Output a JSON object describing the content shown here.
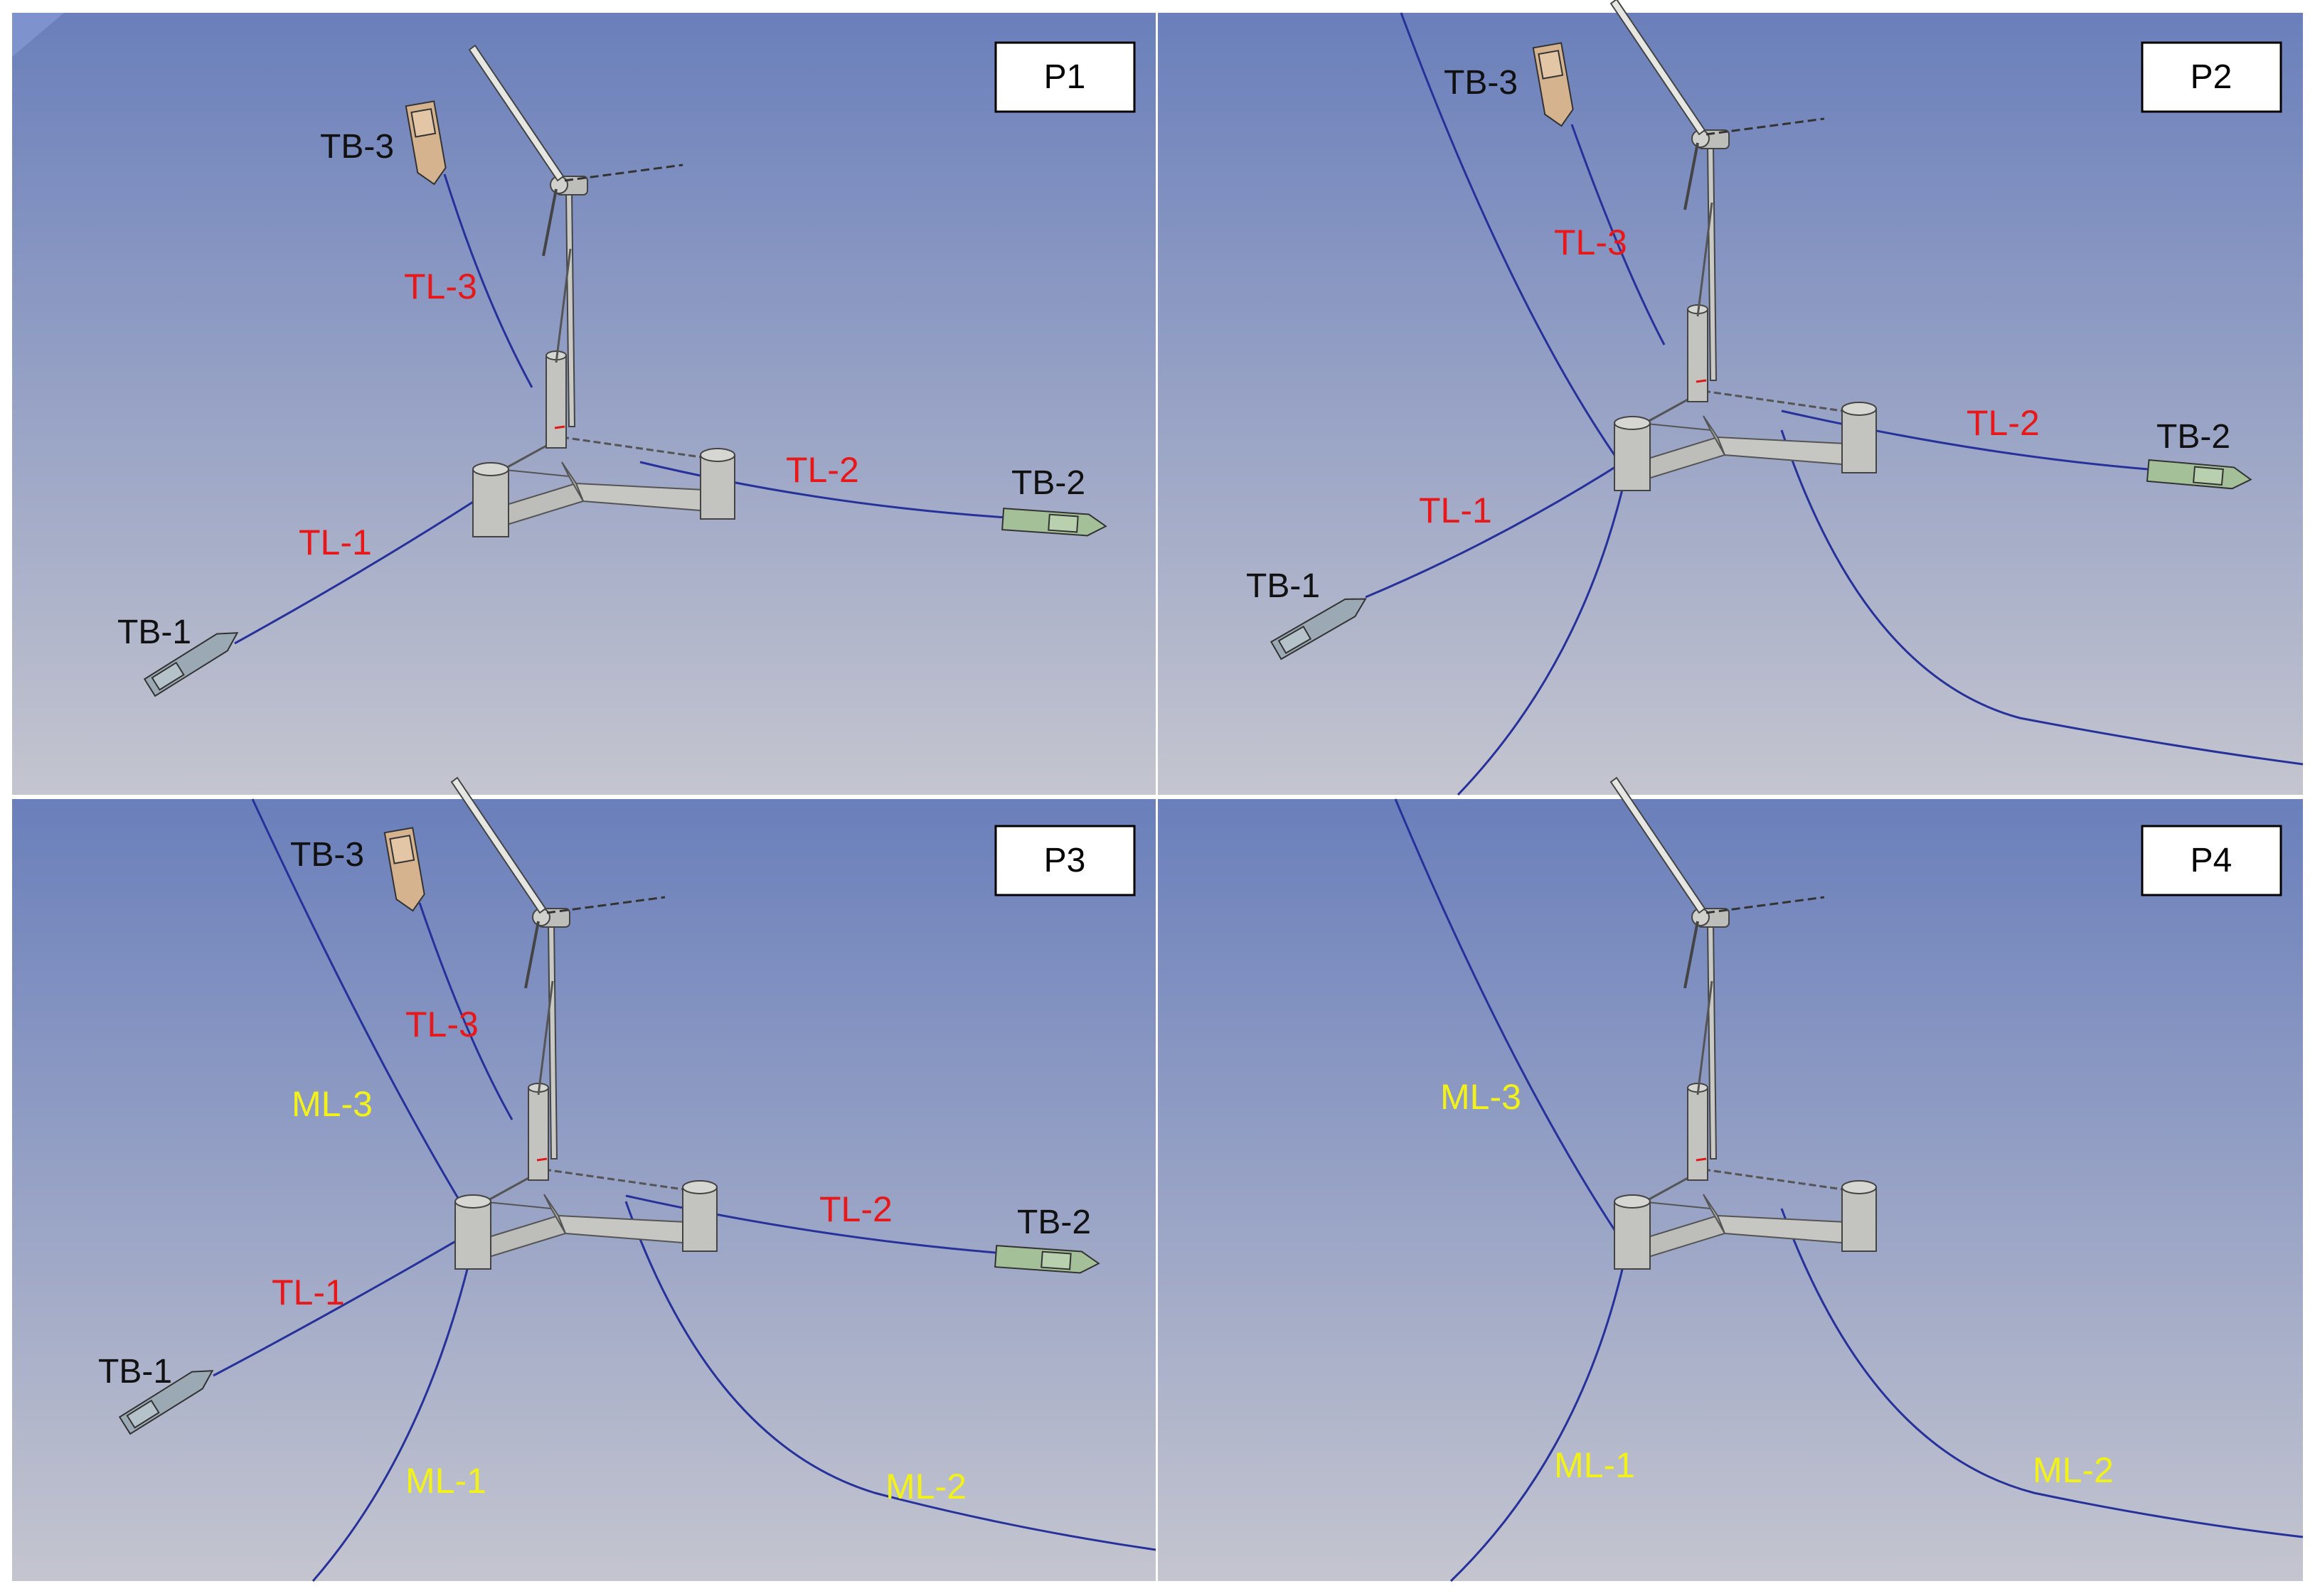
{
  "colors": {
    "sky_top": "#6a7fbb",
    "sky_bottom": "#c2c4d0",
    "mooring_line": "#27319a",
    "tow_line_label": "#e8181a",
    "mooring_label": "#f2f21a",
    "barge_label": "#111111",
    "turbine": "#c9c9c6",
    "tug_1": "#9aa9b4",
    "tug_2": "#a4c098",
    "tug_3": "#d5b38e"
  },
  "panels": [
    {
      "id": "P1",
      "label": "P1",
      "towlines": [
        {
          "label": "TL-1"
        },
        {
          "label": "TL-2"
        },
        {
          "label": "TL-3"
        }
      ],
      "tugs": [
        {
          "label": "TB-1"
        },
        {
          "label": "TB-2"
        },
        {
          "label": "TB-3"
        }
      ],
      "moorings": []
    },
    {
      "id": "P2",
      "label": "P2",
      "towlines": [
        {
          "label": "TL-1"
        },
        {
          "label": "TL-2"
        },
        {
          "label": "TL-3"
        }
      ],
      "tugs": [
        {
          "label": "TB-1"
        },
        {
          "label": "TB-2"
        },
        {
          "label": "TB-3"
        }
      ],
      "moorings": []
    },
    {
      "id": "P3",
      "label": "P3",
      "towlines": [
        {
          "label": "TL-1"
        },
        {
          "label": "TL-2"
        },
        {
          "label": "TL-3"
        }
      ],
      "tugs": [
        {
          "label": "TB-1"
        },
        {
          "label": "TB-2"
        },
        {
          "label": "TB-3"
        }
      ],
      "moorings": [
        {
          "label": "ML-1"
        },
        {
          "label": "ML-2"
        },
        {
          "label": "ML-3"
        }
      ]
    },
    {
      "id": "P4",
      "label": "P4",
      "towlines": [],
      "tugs": [],
      "moorings": [
        {
          "label": "ML-1"
        },
        {
          "label": "ML-2"
        },
        {
          "label": "ML-3"
        }
      ]
    }
  ]
}
